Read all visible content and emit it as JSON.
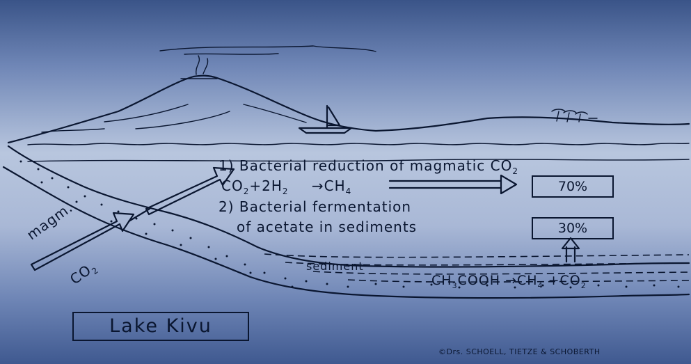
{
  "slide": {
    "process_1": "1) Bacterial reduction of magmatic CO",
    "process_1_sub": "2",
    "equation_1": {
      "reactant": "CO",
      "reactant_sub": "2",
      "plus": "+2H",
      "plus_sub": "2",
      "arrow": "→CH",
      "product_sub": "4"
    },
    "percent_1": "70%",
    "process_2_line1": "2) Bacterial fermentation",
    "process_2_line2": "of acetate in sediments",
    "percent_2": "30%",
    "magm_label": "magm.",
    "co2_label": "CO",
    "co2_sub": "2",
    "sediment_label": "sediment",
    "equation_2": {
      "acetate": "CH",
      "acetate_sub": "3",
      "acetate_rest": "COOH",
      "arrow": "→CH",
      "methane_sub": "4",
      "plus": "+CO",
      "plus_sub": "2"
    },
    "lake_label": "Lake Kivu",
    "credit": "©Drs. SCHOELL, TIETZE & SCHOBERTH"
  },
  "colors": {
    "ink": "#0a1630",
    "sky_dark": "#3a5488",
    "sky_light": "#b8c6de"
  }
}
